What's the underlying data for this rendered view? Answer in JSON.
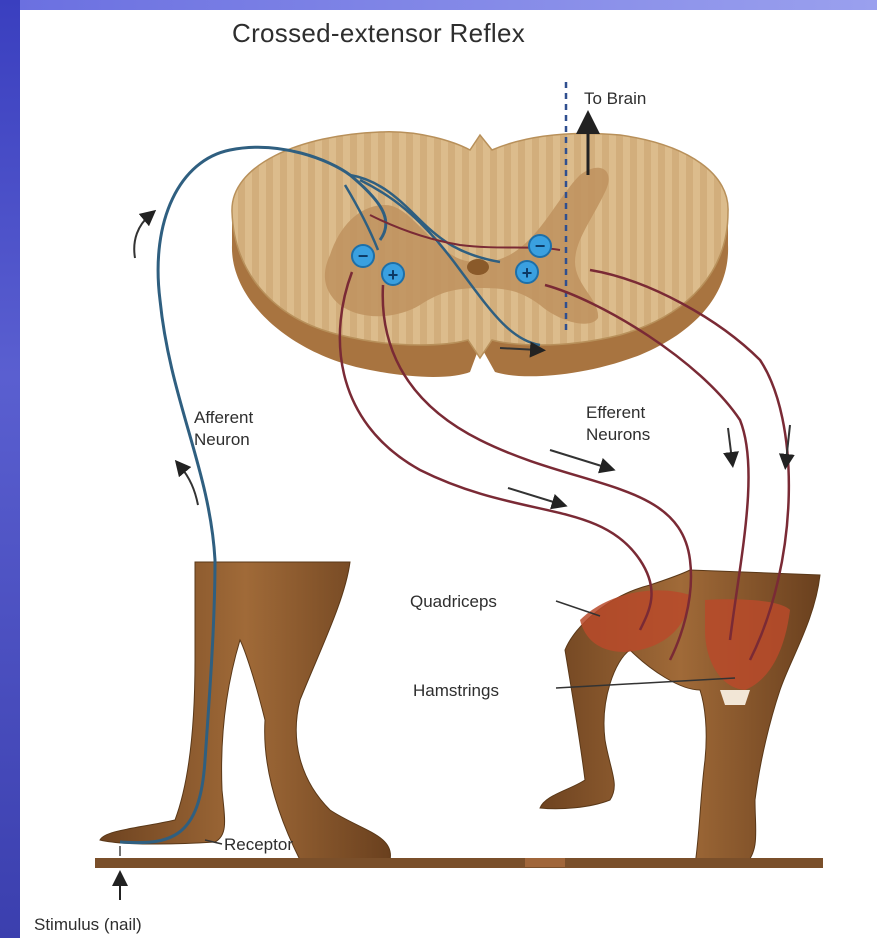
{
  "title": "Crossed-extensor Reflex",
  "labels": {
    "to_brain": "To Brain",
    "afferent_line1": "Afferent",
    "afferent_line2": "Neuron",
    "efferent_line1": "Efferent",
    "efferent_line2": "Neurons",
    "quadriceps": "Quadriceps",
    "hamstrings": "Hamstrings",
    "receptor": "Receptor",
    "stimulus": "Stimulus (nail)"
  },
  "synapse_signs": {
    "inhibitory": "−",
    "excitatory": "+"
  },
  "colors": {
    "frame_band": "#4045c0",
    "afferent_nerve": "#2f5f80",
    "efferent_nerve": "#7a2a35",
    "spinal_cord": "#d9b98a",
    "gray_matter": "#b88a55",
    "skin": "#8a5a2e",
    "muscle": "#b84a2a",
    "synapse_badge": "#3aa0e0"
  }
}
